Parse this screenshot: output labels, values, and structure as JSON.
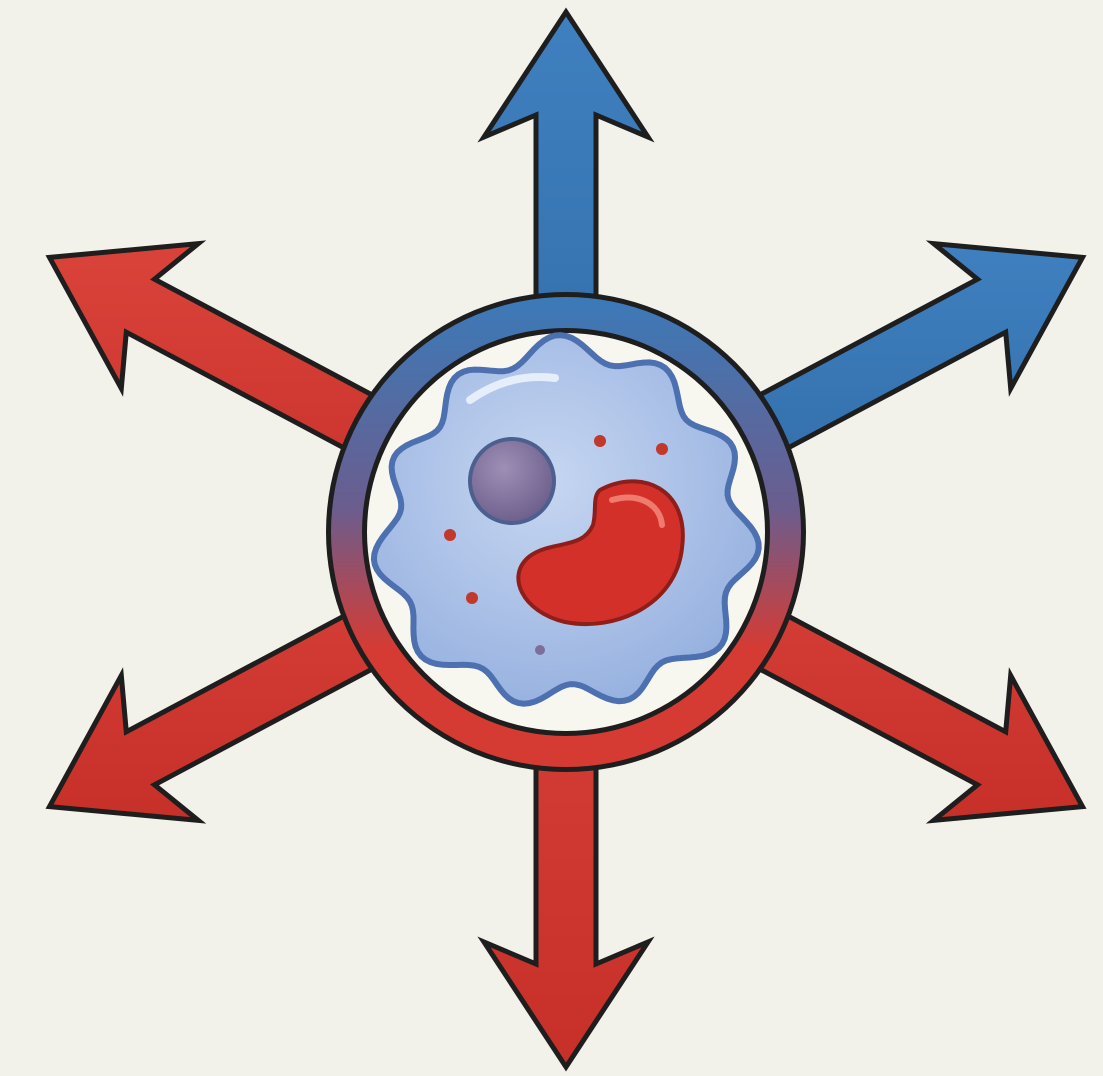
{
  "colors": {
    "background": "#f2f2ea",
    "blue": "#3b7ab8",
    "red": "#d63b33",
    "outline": "#1e1e1e",
    "cell_fill": "#a9c2e8",
    "cell_outline": "#4d70b0",
    "nucleus": "#d4302a",
    "organelle": "#7d6f9a",
    "granule": "#c0392b",
    "inner_disc": "#f7f7f0"
  },
  "icons": {
    "center": "immune-cell-icon",
    "arrows": "arrow-icon"
  },
  "arrows": [
    {
      "id": "up",
      "color": "blue",
      "direction": "up"
    },
    {
      "id": "upper-right",
      "color": "blue",
      "direction": "upper-right"
    },
    {
      "id": "lower-right",
      "color": "red",
      "direction": "lower-right"
    },
    {
      "id": "down",
      "color": "red",
      "direction": "down"
    },
    {
      "id": "lower-left",
      "color": "red",
      "direction": "lower-left"
    },
    {
      "id": "upper-left",
      "color": "red",
      "direction": "upper-left"
    }
  ]
}
